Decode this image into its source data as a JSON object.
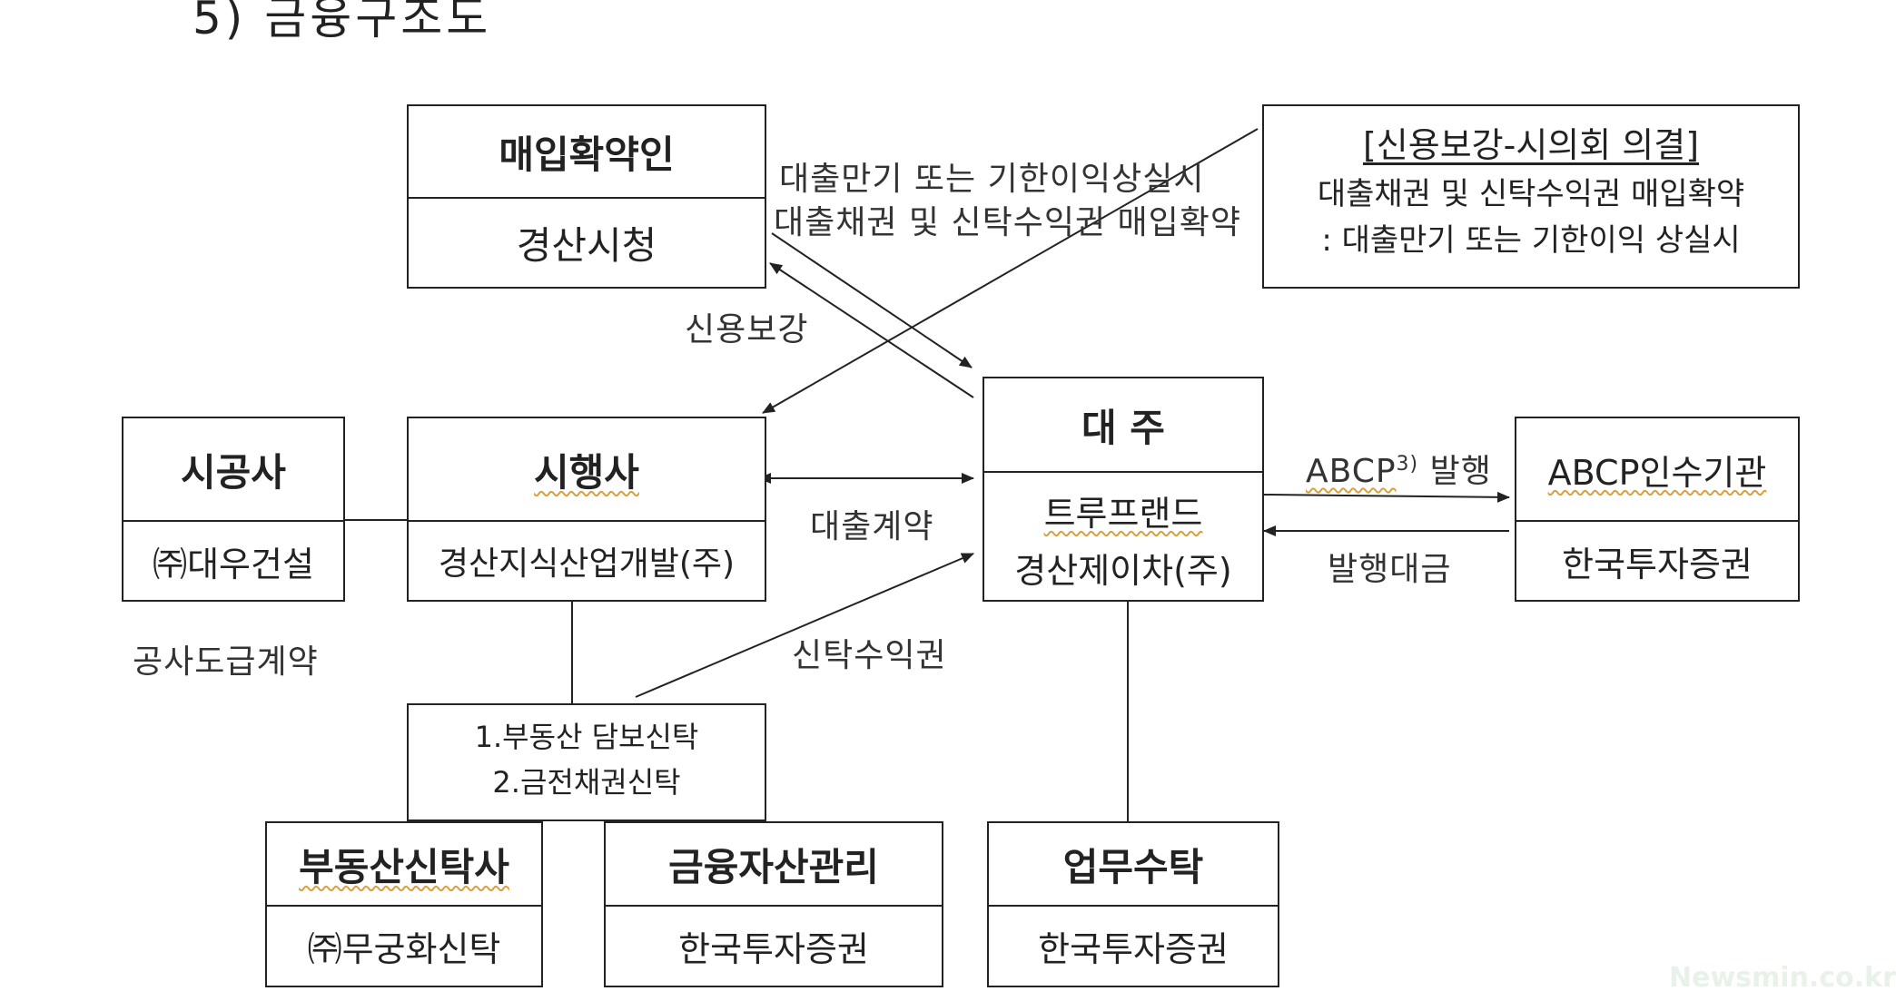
{
  "title": "5) 금융구조도",
  "boxes": {
    "buyer": {
      "title": "매입확약인",
      "sub": "경산시청"
    },
    "constructor": {
      "title": "시공사",
      "sub": "㈜대우건설"
    },
    "developer": {
      "title": "시행사",
      "sub": "경산지식산업개발(주)"
    },
    "lender": {
      "title": "대 주",
      "sub1": "트루프랜드",
      "sub2": "경산제이차(주)"
    },
    "abcp_buyer": {
      "title": "ABCP인수기관",
      "sub": "한국투자증권"
    },
    "trust": {
      "title": "부동산신탁사",
      "sub": "㈜무궁화신탁"
    },
    "asset_mgmt": {
      "title": "금융자산관리",
      "sub": "한국투자증권"
    },
    "consign": {
      "title": "업무수탁",
      "sub": "한국투자증권"
    },
    "trust_types": {
      "line1": "1.부동산 담보신탁",
      "line2": "2.금전채권신탁"
    },
    "council": {
      "title": "[신용보강-시의회 의결]",
      "line1": "대출채권 및 신탁수익권 매입확약",
      "line2": ": 대출만기 또는 기한이익 상실시"
    }
  },
  "labels": {
    "purchase_line1": "대출만기 또는 기한이익상실시",
    "purchase_line2": "대출채권 및 신탁수익권 매입확약",
    "credit_enhance": "신용보강",
    "loan_contract": "대출계약",
    "abcp_issue_main": "ABCP",
    "abcp_issue_sup": "3)",
    "abcp_issue_tail": " 발행",
    "issue_proceeds": "발행대금",
    "construction_contract": "공사도급계약",
    "trust_beneficiary": "신탁수익권"
  },
  "watermark": "Newsmin.co.kr"
}
